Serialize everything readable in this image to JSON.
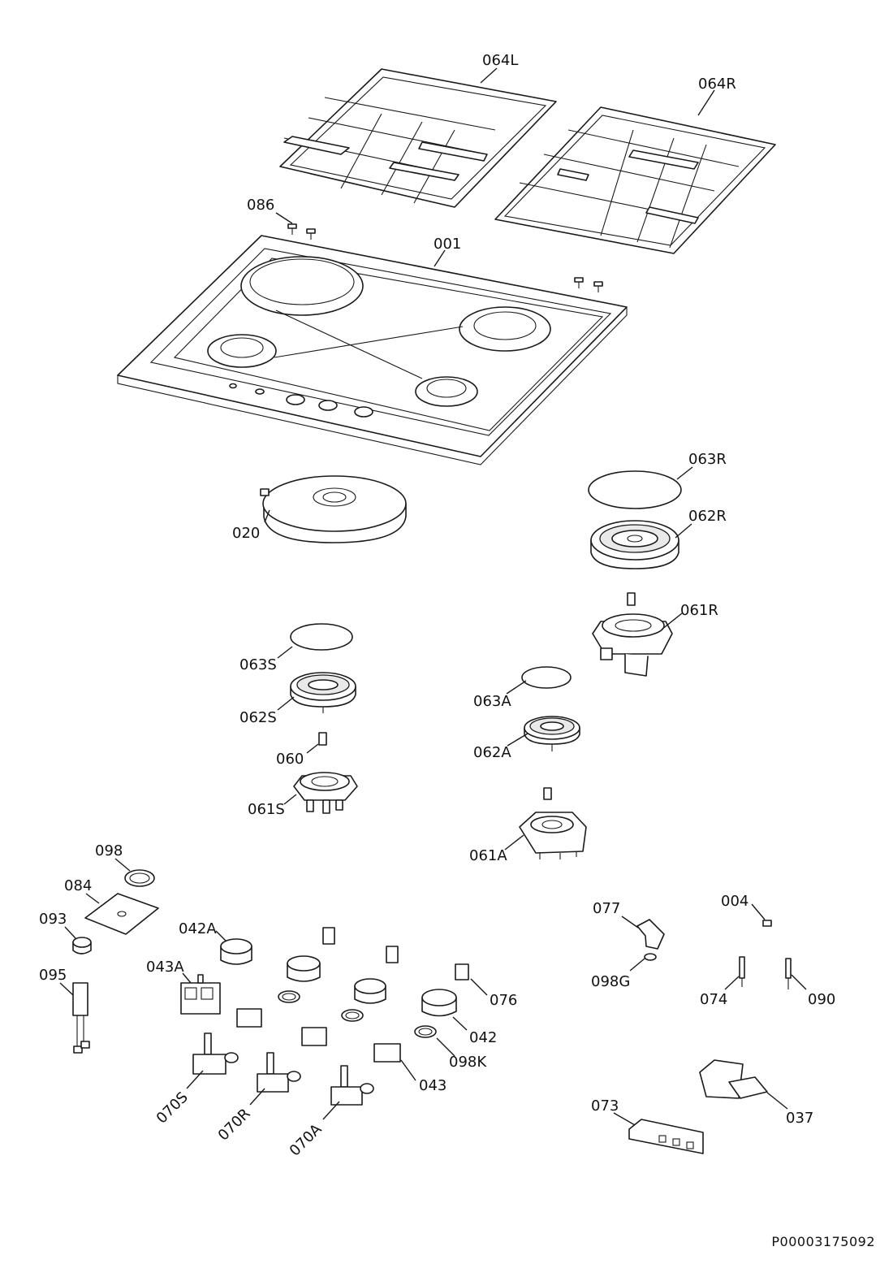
{
  "parts": {
    "064L": "064L",
    "064R": "064R",
    "086": "086",
    "001": "001",
    "020": "020",
    "063R": "063R",
    "062R": "062R",
    "061R": "061R",
    "063S": "063S",
    "062S": "062S",
    "060": "060",
    "061S": "061S",
    "063A": "063A",
    "062A": "062A",
    "061A": "061A",
    "098": "098",
    "084": "084",
    "093": "093",
    "095": "095",
    "042A": "042A",
    "043A": "043A",
    "076": "076",
    "042": "042",
    "098K": "098K",
    "043": "043",
    "070S": "070S",
    "070R": "070R",
    "070A": "070A",
    "077": "077",
    "098G": "098G",
    "004": "004",
    "074": "074",
    "090": "090",
    "073": "073",
    "037": "037"
  },
  "document_number": "P00003175092"
}
